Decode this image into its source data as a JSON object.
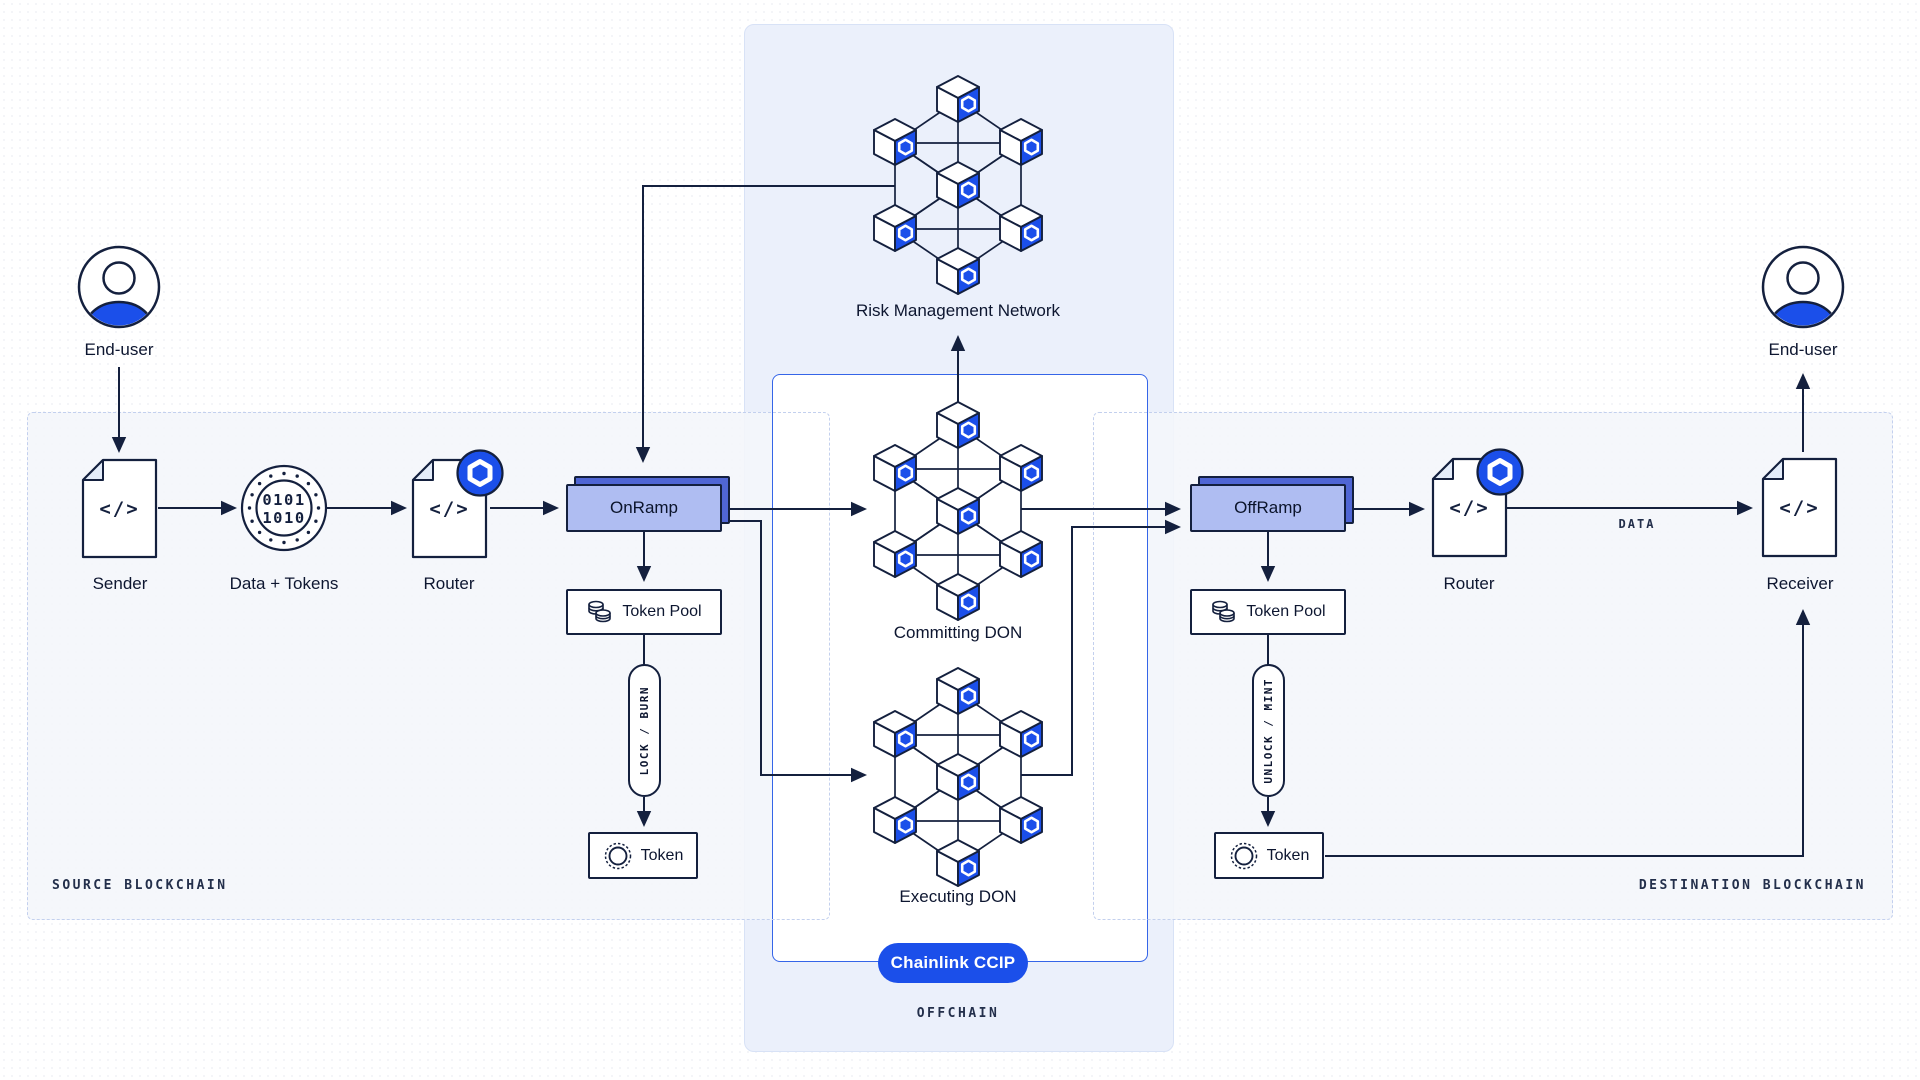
{
  "colors": {
    "brand_blue": "#1B4FEA",
    "ink": "#14203E",
    "ramp_fill": "#AFBDF2",
    "ramp_shadow": "#5066D4",
    "offchain_bg": "#E9EFFB",
    "blockchain_panel_bg": "#F4F6FB",
    "dashed_border": "#C3D0EE",
    "ccip_box_border": "#3565E8",
    "doc_fold": "#E4EDFA"
  },
  "glyphs": {
    "code": "</>"
  },
  "icons": {
    "end_user": "user-avatar-icon",
    "contract": "code-document-icon",
    "chainlink_badge": "chainlink-hexagon-icon",
    "data_tokens": "binary-coin-icon",
    "token_pool": "coin-stack-icon",
    "token": "token-ring-icon",
    "don_network": "cube-mesh-network-icon"
  },
  "source": {
    "panel_label": "SOURCE BLOCKCHAIN",
    "end_user_label": "End-user",
    "sender_label": "Sender",
    "data_tokens_label": "Data + Tokens",
    "data_bits": {
      "line1": "0101",
      "line2": "1010"
    },
    "router_label": "Router",
    "onramp_label": "OnRamp",
    "token_pool_label": "Token Pool",
    "lock_burn_label": "LOCK / BURN",
    "token_label": "Token"
  },
  "offchain": {
    "panel_label": "OFFCHAIN",
    "risk_network_label": "Risk Management Network",
    "committing_don_label": "Committing DON",
    "executing_don_label": "Executing DON",
    "ccip_badge_label": "Chainlink CCIP"
  },
  "destination": {
    "panel_label": "DESTINATION BLOCKCHAIN",
    "offramp_label": "OffRamp",
    "token_pool_label": "Token Pool",
    "unlock_mint_label": "UNLOCK / MINT",
    "token_label": "Token",
    "router_label": "Router",
    "receiver_label": "Receiver",
    "end_user_label": "End-user",
    "data_edge_label": "DATA"
  }
}
